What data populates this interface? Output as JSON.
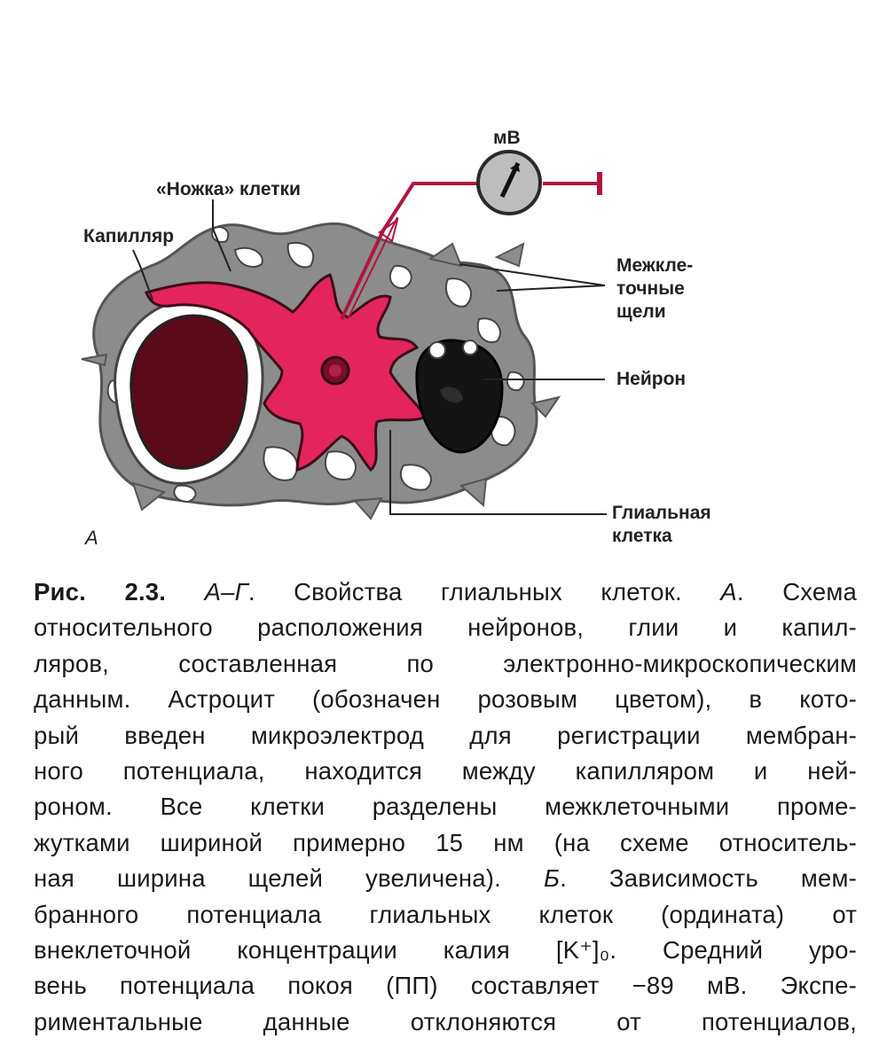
{
  "figure": {
    "labels": {
      "meter_unit": "мВ",
      "foot": "«Ножка» клетки",
      "capillary": "Капилляр",
      "clefts": [
        "Межкле-",
        "точные",
        "щели"
      ],
      "neuron": "Нейрон",
      "glial": [
        "Глиальная",
        "клетка"
      ],
      "panel": "А"
    },
    "colors": {
      "astrocyte": "#e4245c",
      "glia_gray": "#8c8c8c",
      "capillary_lumen": "#5a0a18",
      "neuron": "#141414",
      "electrode": "#b0153e"
    }
  },
  "caption": {
    "lines": [
      [
        "Рис. 2.3. ",
        "А–Г",
        ". Свойства глиальных клеток. ",
        "А",
        ". Схема"
      ],
      [
        "относительного расположения нейронов, глии и капил-"
      ],
      [
        "ляров, составленная по электронно-микроскопическим"
      ],
      [
        "данным. Астроцит (обозначен розовым цветом), в кото-"
      ],
      [
        "рый введен микроэлектрод для регистрации мембран-"
      ],
      [
        "ного потенциала, находится между капилляром и ней-"
      ],
      [
        "роном. Все клетки разделены межклеточными проме-"
      ],
      [
        "жутками шириной примерно 15 нм (на схеме относитель-"
      ],
      [
        "ная ширина щелей увеличена). ",
        "Б",
        ". Зависимость мем-"
      ],
      [
        "бранного потенциала глиальных клеток (ордината) от"
      ],
      [
        "внеклеточной концентрации калия ",
        "[K⁺]₀",
        ". Средний уро-"
      ],
      [
        "вень потенциала покоя (ПП) составляет −89 мВ. Экспе-"
      ],
      [
        "риментальные данные отклоняются от потенциалов,"
      ]
    ]
  }
}
